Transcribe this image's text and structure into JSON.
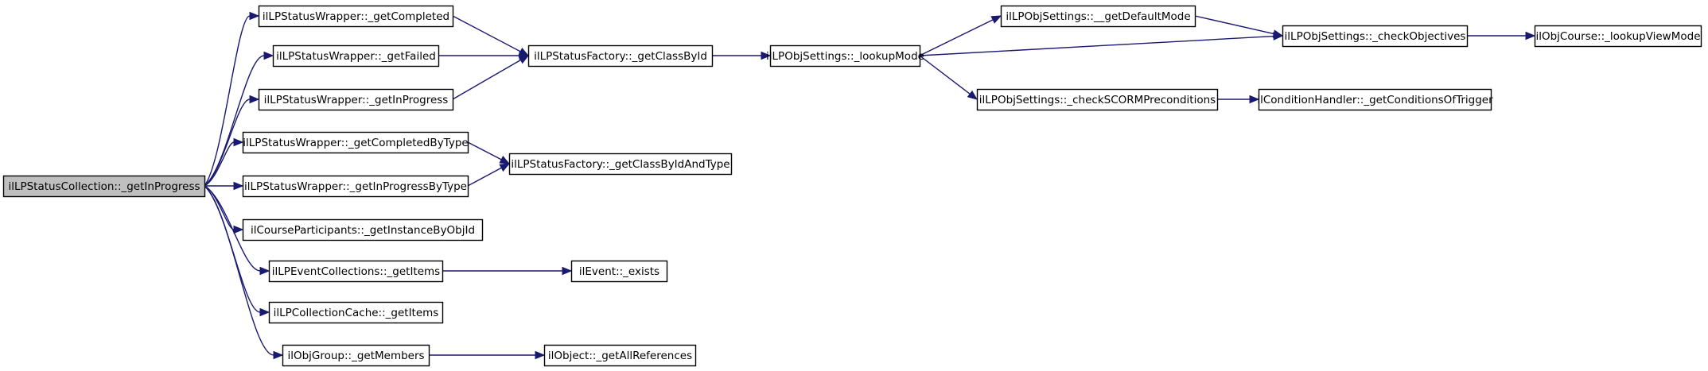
{
  "diagram": {
    "type": "call-graph",
    "colors": {
      "edge": "#191970",
      "node_fill": "#ffffff",
      "highlight_fill": "#bfbfbf",
      "border": "#000000"
    },
    "nodes": [
      {
        "id": "n0",
        "label": "ilLPStatusCollection::_getInProgress",
        "highlight": true
      },
      {
        "id": "n1",
        "label": "ilLPStatusWrapper::_getCompleted"
      },
      {
        "id": "n2",
        "label": "ilLPStatusWrapper::_getFailed"
      },
      {
        "id": "n3",
        "label": "ilLPStatusWrapper::_getInProgress"
      },
      {
        "id": "n4",
        "label": "ilLPStatusWrapper::_getCompletedByType"
      },
      {
        "id": "n5",
        "label": "ilLPStatusWrapper::_getInProgressByType"
      },
      {
        "id": "n6",
        "label": "ilCourseParticipants::_getInstanceByObjId"
      },
      {
        "id": "n7",
        "label": "ilLPEventCollections::_getItems"
      },
      {
        "id": "n8",
        "label": "ilLPCollectionCache::_getItems"
      },
      {
        "id": "n9",
        "label": "ilObjGroup::_getMembers"
      },
      {
        "id": "n10",
        "label": "ilLPStatusFactory::_getClassById"
      },
      {
        "id": "n11",
        "label": "ilLPStatusFactory::_getClassByIdAndType"
      },
      {
        "id": "n12",
        "label": "ilEvent::_exists"
      },
      {
        "id": "n13",
        "label": "ilObject::_getAllReferences"
      },
      {
        "id": "n14",
        "label": "ilLPObjSettings::_lookupMode"
      },
      {
        "id": "n15",
        "label": "ilLPObjSettings::__getDefaultMode"
      },
      {
        "id": "n16",
        "label": "ilLPObjSettings::_checkSCORMPreconditions"
      },
      {
        "id": "n17",
        "label": "ilLPObjSettings::_checkObjectives"
      },
      {
        "id": "n18",
        "label": "ilConditionHandler::_getConditionsOfTrigger"
      },
      {
        "id": "n19",
        "label": "ilObjCourse::_lookupViewMode"
      }
    ],
    "edges": [
      {
        "from": "n0",
        "to": "n1"
      },
      {
        "from": "n0",
        "to": "n2"
      },
      {
        "from": "n0",
        "to": "n3"
      },
      {
        "from": "n0",
        "to": "n4"
      },
      {
        "from": "n0",
        "to": "n5"
      },
      {
        "from": "n0",
        "to": "n6"
      },
      {
        "from": "n0",
        "to": "n7"
      },
      {
        "from": "n0",
        "to": "n8"
      },
      {
        "from": "n0",
        "to": "n9"
      },
      {
        "from": "n1",
        "to": "n10"
      },
      {
        "from": "n2",
        "to": "n10"
      },
      {
        "from": "n3",
        "to": "n10"
      },
      {
        "from": "n4",
        "to": "n11"
      },
      {
        "from": "n5",
        "to": "n11"
      },
      {
        "from": "n7",
        "to": "n12"
      },
      {
        "from": "n9",
        "to": "n13"
      },
      {
        "from": "n10",
        "to": "n14"
      },
      {
        "from": "n14",
        "to": "n15"
      },
      {
        "from": "n14",
        "to": "n17"
      },
      {
        "from": "n14",
        "to": "n16"
      },
      {
        "from": "n15",
        "to": "n17"
      },
      {
        "from": "n16",
        "to": "n18"
      },
      {
        "from": "n17",
        "to": "n19"
      }
    ]
  }
}
